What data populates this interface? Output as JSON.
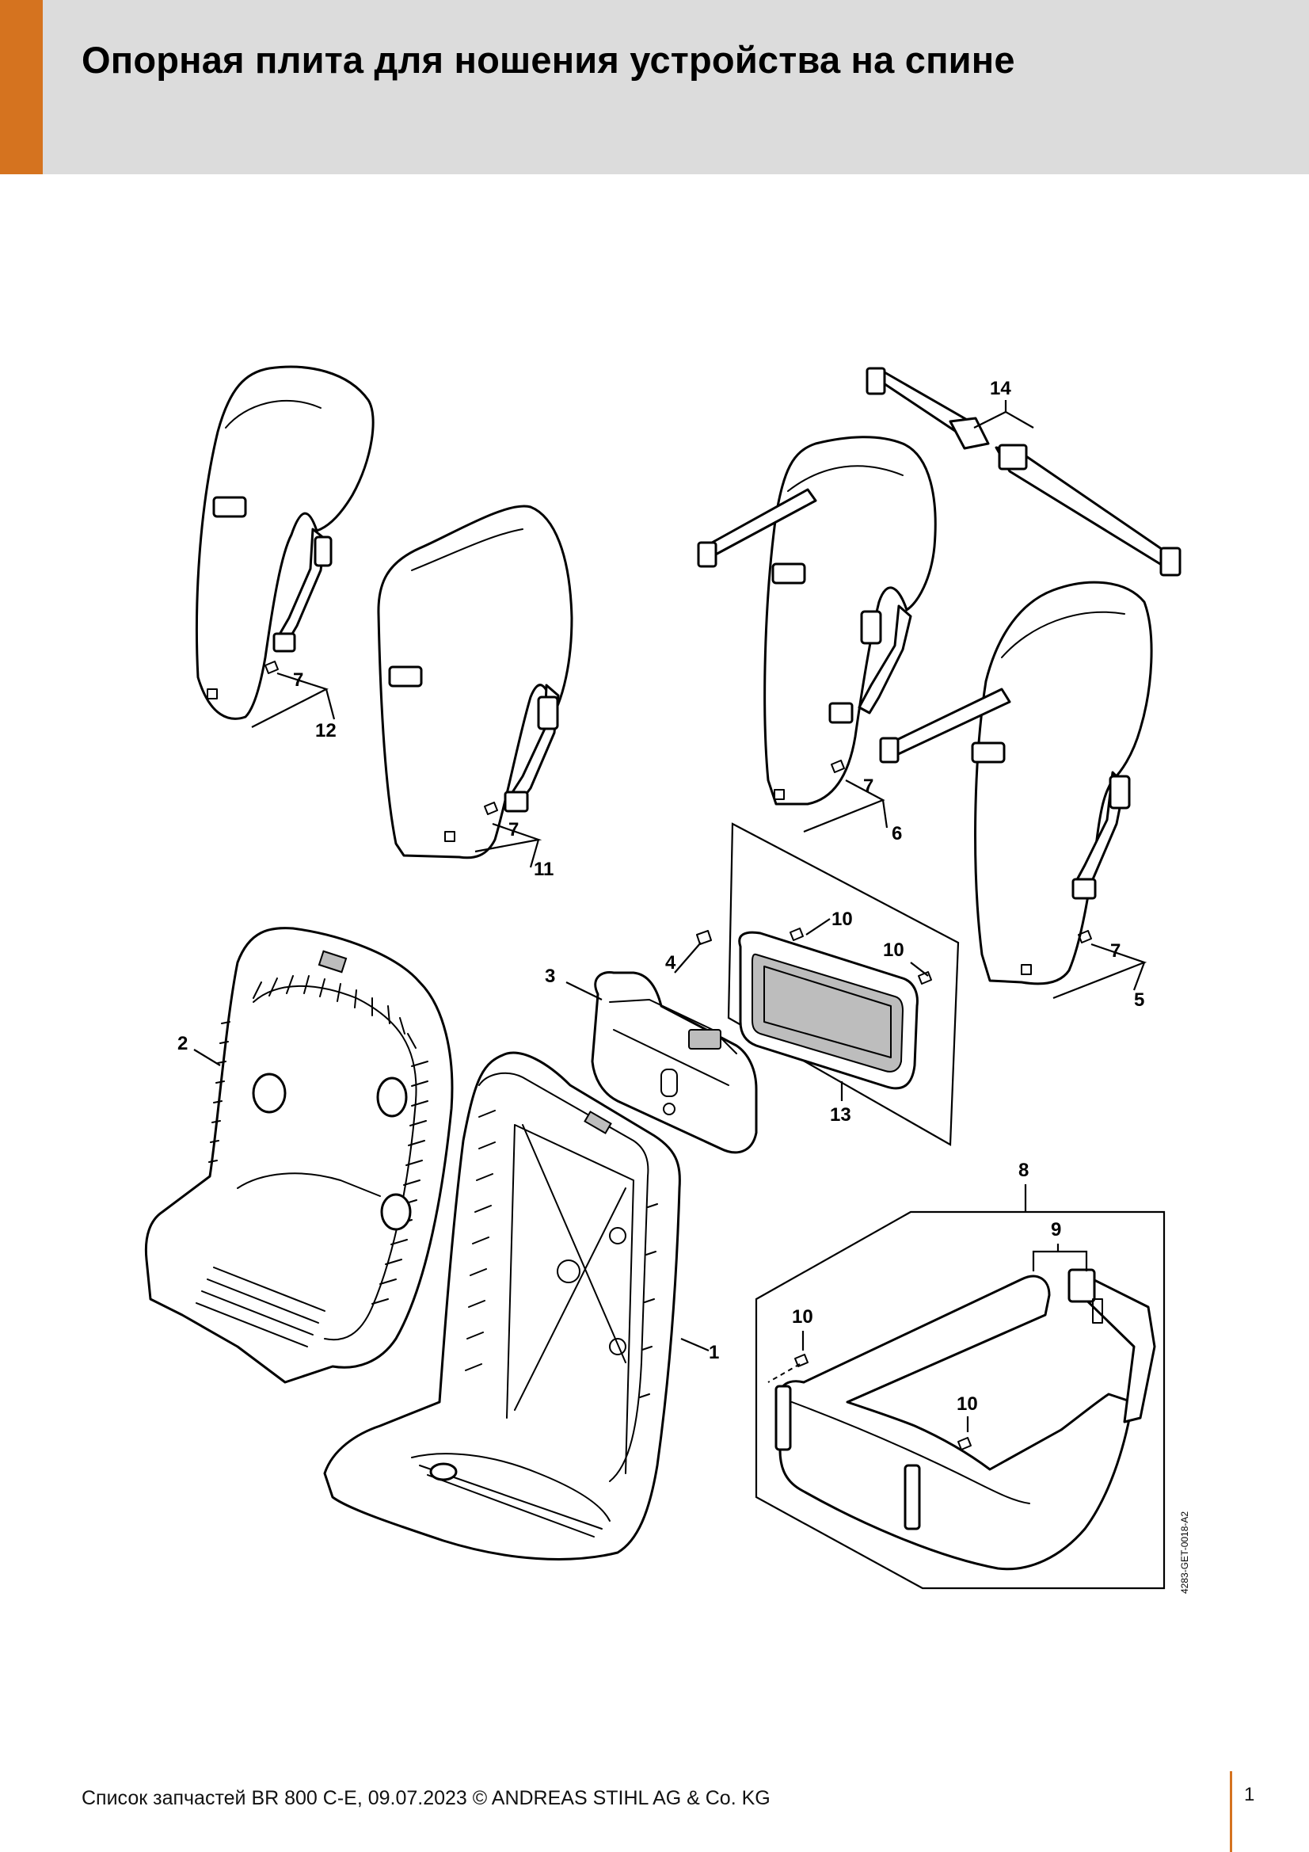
{
  "header": {
    "title": "Опорная плита для ношения устройства на спине",
    "accent_color": "#d5731f",
    "background_color": "#dcdcdc"
  },
  "diagram": {
    "code": "4283-GET-0018-A2",
    "callouts": {
      "c1": "1",
      "c2": "2",
      "c3": "3",
      "c4": "4",
      "c5": "5",
      "c6": "6",
      "c7a": "7",
      "c7b": "7",
      "c7c": "7",
      "c7d": "7",
      "c8": "8",
      "c9": "9",
      "c10a": "10",
      "c10b": "10",
      "c10c": "10",
      "c10d": "10",
      "c11": "11",
      "c12": "12",
      "c13": "13",
      "c14": "14"
    }
  },
  "footer": {
    "text": "Список запчастей BR 800 C-E, 09.07.2023 © ANDREAS STIHL AG & Co. KG",
    "page_number": "1"
  }
}
